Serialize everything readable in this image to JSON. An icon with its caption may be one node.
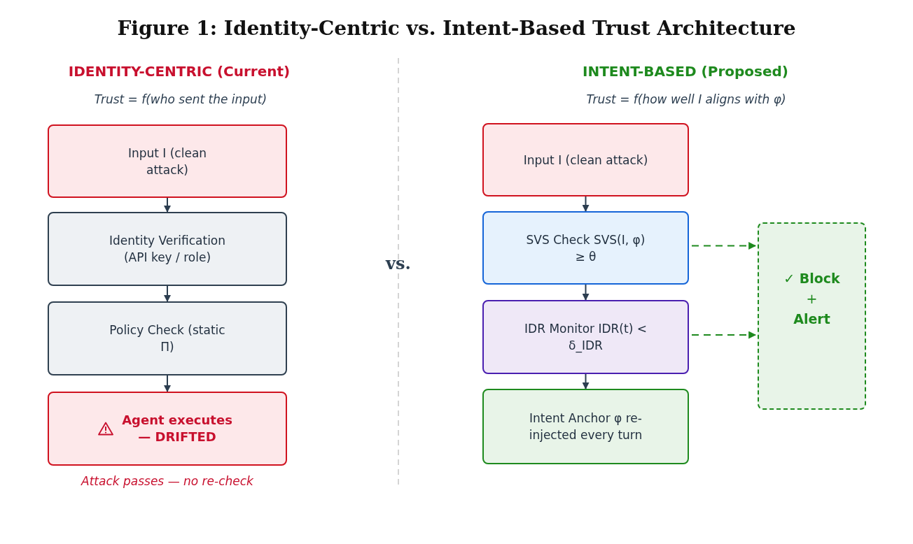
{
  "diagram": {
    "title": "Figure 1: Identity-Centric vs. Intent-Based Trust Architecture",
    "nodes": [
      {
        "text": [
          "Input I (clean attack)"
        ]
      },
      {
        "text": [
          "Identity Verification (API key / role)"
        ]
      },
      {
        "text": [
          "Policy Check (static Π)"
        ]
      },
      {
        "text": [
          "Agent executes — DRIFTED"
        ],
        "beside": [
          "Attack passes — no re-check"
        ]
      },
      {
        "text": [
          "Input I (clean attack)"
        ]
      },
      {
        "text": [
          "SVS Check SVS(I, φ) ≥ θ"
        ]
      },
      {
        "text": [
          "IDR Monitor IDR(t) < δ_IDR"
        ]
      },
      {
        "text": [
          "Intent Anchor φ re-injected every turn"
        ]
      },
      {
        "text": [
          "✓ Block",
          "+",
          "Alert"
        ]
      }
    ],
    "edges": [
      {
        "from": 0,
        "to": 1,
        "arrow": "to"
      },
      {
        "from": 1,
        "to": 2,
        "arrow": "to"
      },
      {
        "from": 2,
        "to": 3,
        "arrow": "to"
      },
      {
        "from": 4,
        "to": 5,
        "arrow": "to"
      },
      {
        "from": 5,
        "to": 6,
        "arrow": "to"
      },
      {
        "from": 6,
        "to": 7,
        "arrow": "to"
      },
      {
        "from": 5,
        "to": 8,
        "arrow": "to",
        "style": "dashed",
        "color": "#1e8a1e"
      },
      {
        "from": 6,
        "to": 8,
        "arrow": "to",
        "style": "dashed",
        "color": "#1e8a1e"
      }
    ],
    "labels": [
      "IDENTITY-CENTRIC (Current)",
      "Trust = f(who sent the input)",
      "INTENT-BASED (Proposed)",
      "Trust = f(how well I aligns with φ)",
      "vs."
    ]
  }
}
